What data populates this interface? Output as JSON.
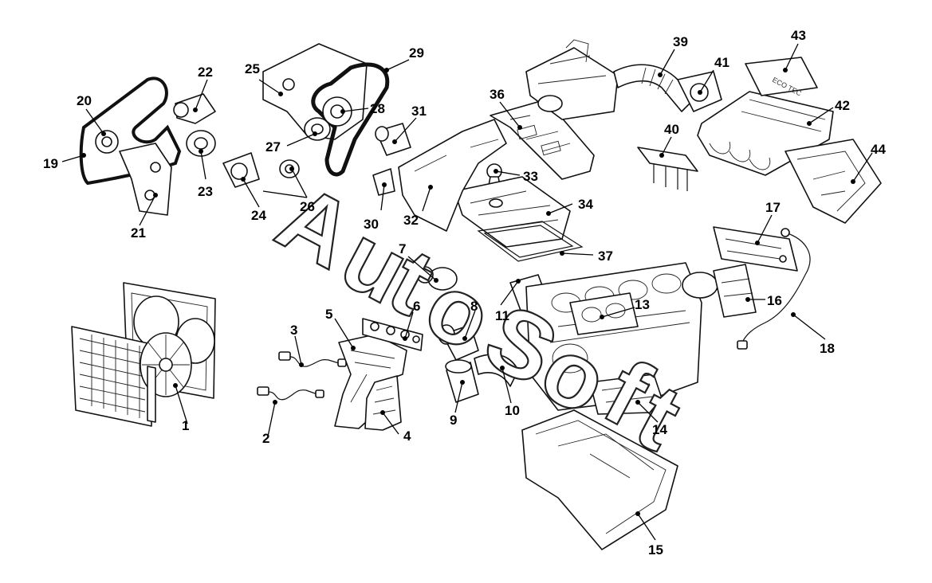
{
  "watermark": {
    "logo_text": "AutoSoft"
  },
  "parts": [
    {
      "id": "1",
      "name": "radiator-fan-assembly"
    },
    {
      "id": "2",
      "name": "oxygen-sensor-lower"
    },
    {
      "id": "3",
      "name": "oxygen-sensor-upper"
    },
    {
      "id": "4",
      "name": "heat-shield"
    },
    {
      "id": "5",
      "name": "exhaust-manifold"
    },
    {
      "id": "6",
      "name": "manifold-gasket"
    },
    {
      "id": "7",
      "name": "pipe-fitting"
    },
    {
      "id": "8",
      "name": "oil-filter-housing"
    },
    {
      "id": "9",
      "name": "oil-filter"
    },
    {
      "id": "10",
      "name": "hose"
    },
    {
      "id": "11",
      "name": "thermostat-housing"
    },
    {
      "id": "13",
      "name": "head-gasket"
    },
    {
      "id": "14",
      "name": "engine-block-bracket"
    },
    {
      "id": "15",
      "name": "oil-pan"
    },
    {
      "id": "16",
      "name": "egr-valve"
    },
    {
      "id": "17",
      "name": "ignition-module"
    },
    {
      "id": "18",
      "name": "sensor-cable"
    },
    {
      "id": "19",
      "name": "accessory-belt"
    },
    {
      "id": "20",
      "name": "idler-pulley"
    },
    {
      "id": "21",
      "name": "bracket"
    },
    {
      "id": "22",
      "name": "tensioner"
    },
    {
      "id": "23",
      "name": "pulley"
    },
    {
      "id": "24",
      "name": "water-pump"
    },
    {
      "id": "25",
      "name": "timing-cover"
    },
    {
      "id": "26",
      "name": "tensioner-roller"
    },
    {
      "id": "27",
      "name": "crank-sprocket"
    },
    {
      "id": "28",
      "name": "cam-sprocket"
    },
    {
      "id": "29",
      "name": "timing-belt"
    },
    {
      "id": "30",
      "name": "mount"
    },
    {
      "id": "31",
      "name": "thermostat"
    },
    {
      "id": "32",
      "name": "timing-back-plate"
    },
    {
      "id": "33",
      "name": "oil-filler-cap"
    },
    {
      "id": "34",
      "name": "valve-cover"
    },
    {
      "id": "36",
      "name": "engine-cover"
    },
    {
      "id": "37",
      "name": "valve-cover-gasket"
    },
    {
      "id": "39",
      "name": "air-intake-hose"
    },
    {
      "id": "40",
      "name": "fuel-rail"
    },
    {
      "id": "41",
      "name": "throttle-body"
    },
    {
      "id": "42",
      "name": "intake-manifold"
    },
    {
      "id": "43",
      "name": "ecotec-cover"
    },
    {
      "id": "44",
      "name": "manifold-gasket-intake"
    }
  ],
  "cover_text": "ECO TEC"
}
